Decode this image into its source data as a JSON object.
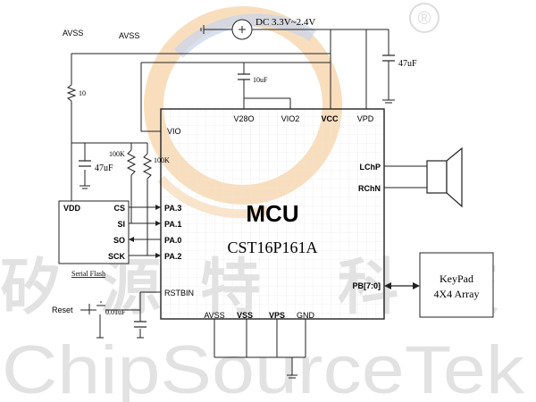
{
  "watermark": {
    "chinese": [
      "矽",
      "源",
      "特",
      "科",
      "技"
    ],
    "latin": "ChipSourceTek",
    "registered_mark": "®"
  },
  "power": {
    "dc_label": "DC 3.3V~2.4V",
    "avss_left": "AVSS",
    "avss_right": "AVSS",
    "cap_47uf_top": "47uF",
    "cap_10uf": "10uF",
    "cap_47uf_left": "47uF",
    "res_10": "10",
    "res_100k_a": "100K",
    "res_100k_b": "100K"
  },
  "mcu": {
    "title": "MCU",
    "part": "CST16P161A",
    "pins_top": [
      "V28O",
      "VIO2",
      "VCC",
      "VPD"
    ],
    "pin_vio": "VIO",
    "pins_left": [
      "PA.3",
      "PA.1",
      "PA.0",
      "PA.2"
    ],
    "pin_rstbin": "RSTBIN",
    "pins_right": [
      "LChP",
      "RChN"
    ],
    "pin_pb": "PB[7:0]",
    "pins_bottom": [
      "AVSS",
      "VSS",
      "VPS",
      "GND"
    ]
  },
  "flash": {
    "pins": [
      "VDD",
      "CS",
      "SI",
      "SO",
      "SCK"
    ],
    "caption": "Serial Flash"
  },
  "reset": {
    "label": "Reset",
    "cap": "0.01uF"
  },
  "keypad": {
    "line1": "KeyPad",
    "line2": "4X4 Array"
  },
  "colors": {
    "line": "#222222",
    "watermark_text": "#e2e2e2",
    "logo_orange": "#f5c896",
    "logo_blue": "#b9c9e6",
    "chip_grid": "#dcdcdc"
  }
}
